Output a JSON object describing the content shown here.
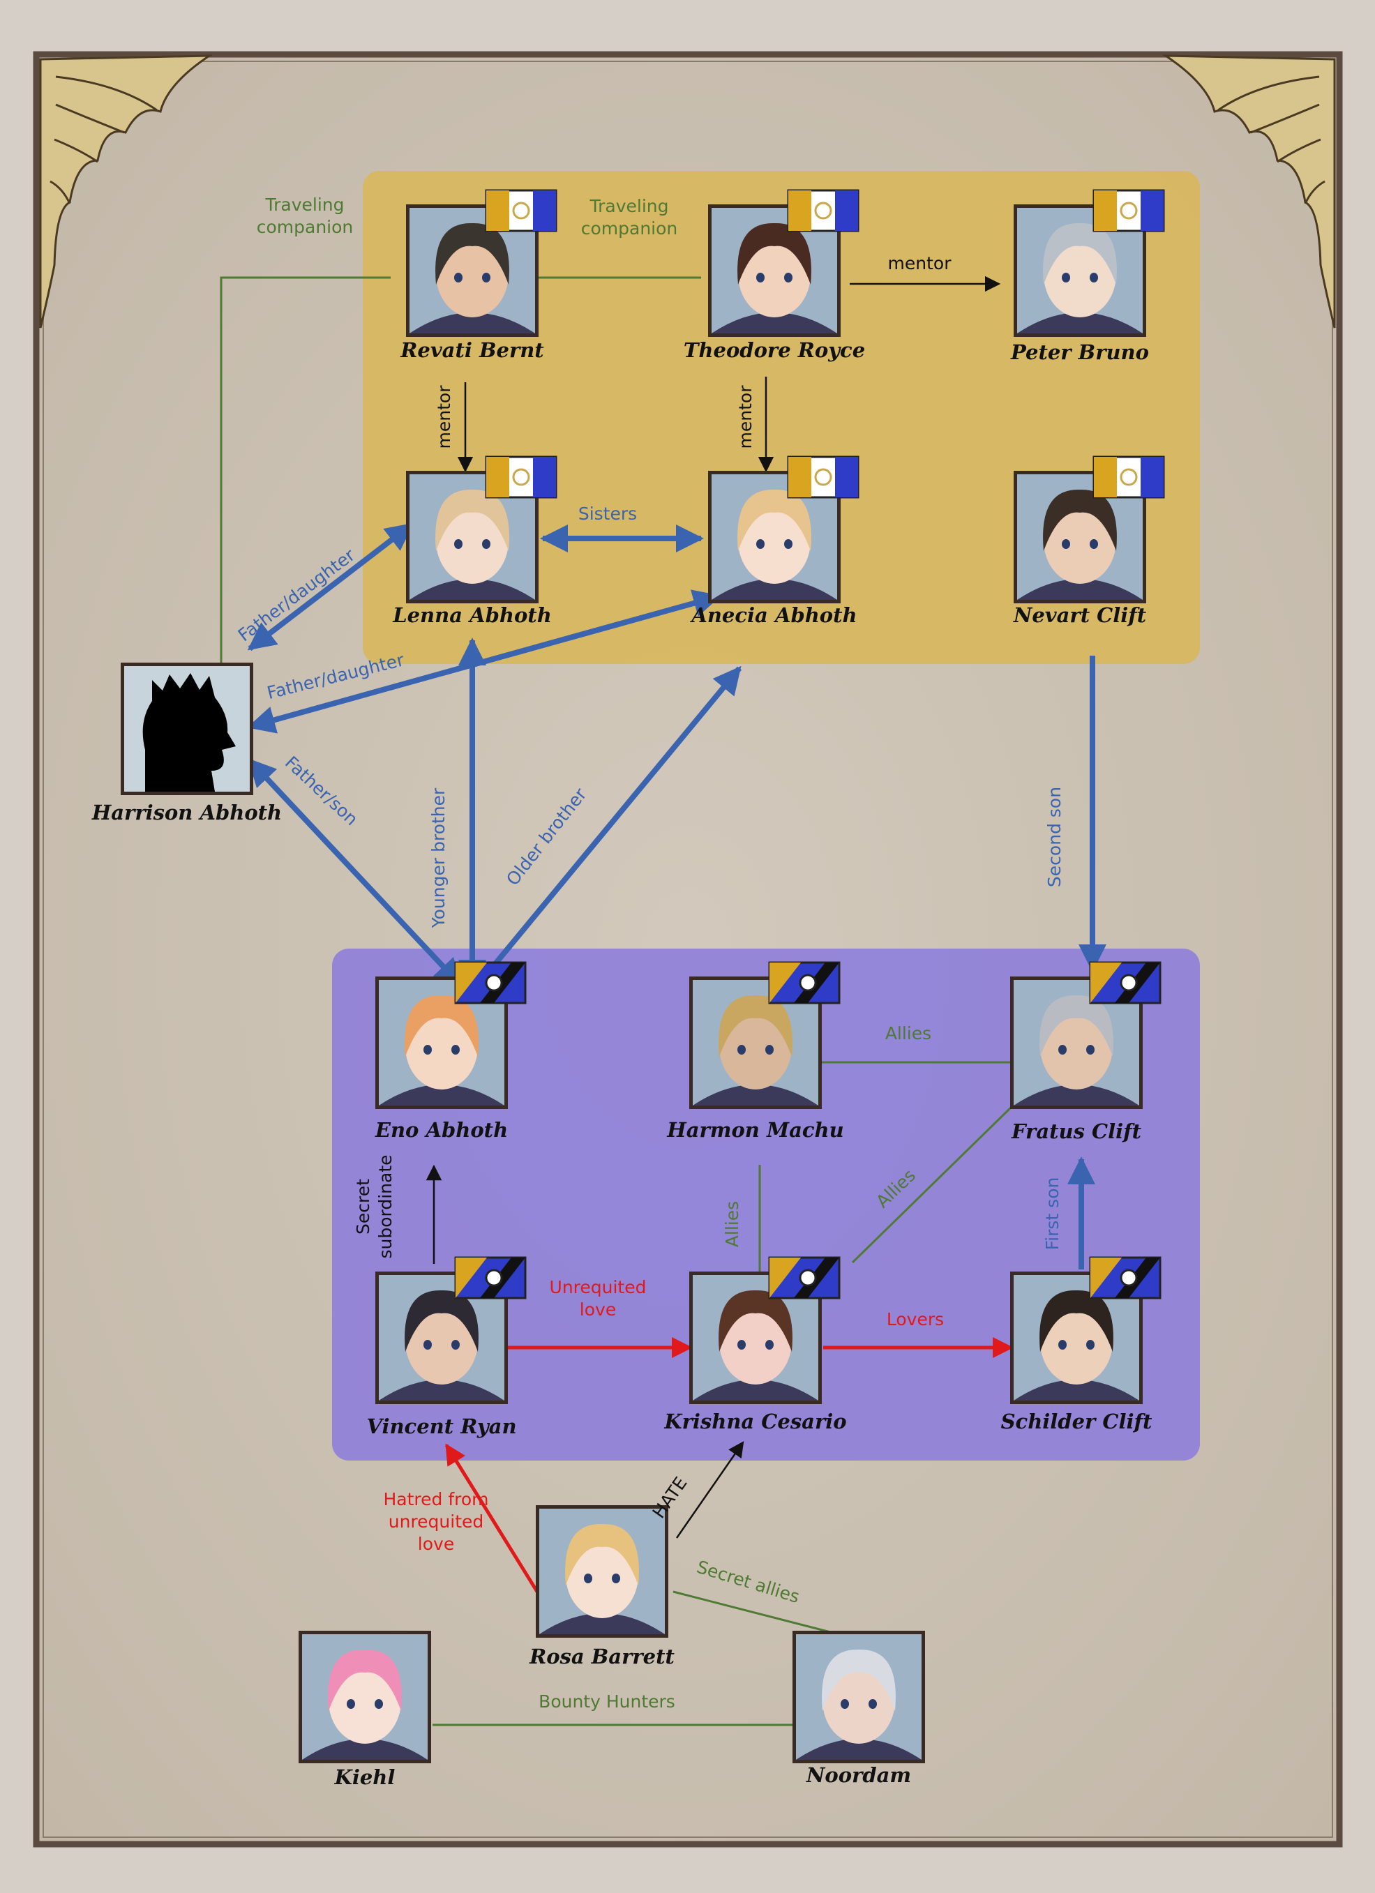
{
  "colors": {
    "page_bg": "#d6cfc7",
    "parchment": "#cdc3b5",
    "frame": "#5b4a40",
    "group_gold": "#d8b75c",
    "group_purple": "#8f80da",
    "rel_green": "#4f7a33",
    "rel_blue": "#3a64b0",
    "rel_black": "#111111",
    "rel_red": "#e01a1a"
  },
  "characters": [
    {
      "id": "revati",
      "name": "Revati Bernt",
      "emblem": "gold-flag",
      "hair": "#3b3530",
      "skin": "#e8c2a4"
    },
    {
      "id": "theodore",
      "name": "Theodore Royce",
      "emblem": "gold-flag",
      "hair": "#4a2b22",
      "skin": "#f0d2bd"
    },
    {
      "id": "peter",
      "name": "Peter Bruno",
      "emblem": "gold-flag",
      "hair": "#b9c0c8",
      "skin": "#f1dccb"
    },
    {
      "id": "lenna",
      "name": "Lenna Abhoth",
      "emblem": "gold-flag",
      "hair": "#e2c49a",
      "skin": "#f3dccb"
    },
    {
      "id": "anecia",
      "name": "Anecia Abhoth",
      "emblem": "gold-flag",
      "hair": "#e7c48e",
      "skin": "#f6dfcf"
    },
    {
      "id": "nevart",
      "name": "Nevart Clift",
      "emblem": "gold-flag",
      "hair": "#3a2e26",
      "skin": "#ebcdb6"
    },
    {
      "id": "harrison",
      "name": "Harrison Abhoth",
      "emblem": "none",
      "hair": "#000000",
      "skin": "#000000"
    },
    {
      "id": "eno",
      "name": "Eno Abhoth",
      "emblem": "blue-flag",
      "hair": "#e9a062",
      "skin": "#f5d8c3"
    },
    {
      "id": "harmon",
      "name": "Harmon Machu",
      "emblem": "blue-flag",
      "hair": "#c9a760",
      "skin": "#d9b79a"
    },
    {
      "id": "fratus",
      "name": "Fratus Clift",
      "emblem": "blue-flag",
      "hair": "#b8bcc2",
      "skin": "#e2c4ad"
    },
    {
      "id": "vincent",
      "name": "Vincent Ryan",
      "emblem": "blue-flag",
      "hair": "#2d2a33",
      "skin": "#e8c7b0"
    },
    {
      "id": "krishna",
      "name": "Krishna Cesario",
      "emblem": "blue-flag",
      "hair": "#5a3424",
      "skin": "#f2d0c8"
    },
    {
      "id": "schilder",
      "name": "Schilder Clift",
      "emblem": "blue-flag",
      "hair": "#2d241f",
      "skin": "#edd0ba"
    },
    {
      "id": "rosa",
      "name": "Rosa Barrett",
      "emblem": "none",
      "hair": "#e6c27e",
      "skin": "#f6e0d2"
    },
    {
      "id": "kiehl",
      "name": "Kiehl",
      "emblem": "none",
      "hair": "#ef8fb8",
      "skin": "#f7e1d6"
    },
    {
      "id": "noordam",
      "name": "Noordam",
      "emblem": "none",
      "hair": "#d9dbe3",
      "skin": "#ecd5c8"
    }
  ],
  "relations": [
    {
      "id": "rel-traveling-1",
      "lines": [
        "Traveling",
        "companion"
      ],
      "color": "green"
    },
    {
      "id": "rel-traveling-2",
      "lines": [
        "Traveling",
        "companion"
      ],
      "color": "green"
    },
    {
      "id": "rel-mentor-peter",
      "lines": [
        "mentor"
      ],
      "color": "black"
    },
    {
      "id": "rel-mentor-lenna",
      "lines": [
        "mentor"
      ],
      "color": "black"
    },
    {
      "id": "rel-mentor-anecia",
      "lines": [
        "mentor"
      ],
      "color": "black"
    },
    {
      "id": "rel-sisters",
      "lines": [
        "Sisters"
      ],
      "color": "blue"
    },
    {
      "id": "rel-father-daughter-1",
      "lines": [
        "Father/daughter"
      ],
      "color": "blue"
    },
    {
      "id": "rel-father-daughter-2",
      "lines": [
        "Father/daughter"
      ],
      "color": "blue"
    },
    {
      "id": "rel-father-son",
      "lines": [
        "Father/son"
      ],
      "color": "blue"
    },
    {
      "id": "rel-younger-brother",
      "lines": [
        "Younger brother"
      ],
      "color": "blue"
    },
    {
      "id": "rel-older-brother",
      "lines": [
        "Older brother"
      ],
      "color": "blue"
    },
    {
      "id": "rel-second-son",
      "lines": [
        "Second son"
      ],
      "color": "blue"
    },
    {
      "id": "rel-allies-1",
      "lines": [
        "Allies"
      ],
      "color": "green"
    },
    {
      "id": "rel-allies-2",
      "lines": [
        "Allies"
      ],
      "color": "green"
    },
    {
      "id": "rel-allies-3",
      "lines": [
        "Allies"
      ],
      "color": "green"
    },
    {
      "id": "rel-first-son",
      "lines": [
        "First son"
      ],
      "color": "blue"
    },
    {
      "id": "rel-secret-subordinate",
      "lines": [
        "Secret",
        "subordinate"
      ],
      "color": "black"
    },
    {
      "id": "rel-unrequited-love",
      "lines": [
        "Unrequited",
        "love"
      ],
      "color": "red"
    },
    {
      "id": "rel-lovers",
      "lines": [
        "Lovers"
      ],
      "color": "red"
    },
    {
      "id": "rel-hatred",
      "lines": [
        "Hatred from",
        "unrequited",
        "love"
      ],
      "color": "red"
    },
    {
      "id": "rel-hate",
      "lines": [
        "HATE"
      ],
      "color": "black"
    },
    {
      "id": "rel-secret-allies",
      "lines": [
        "Secret allies"
      ],
      "color": "green"
    },
    {
      "id": "rel-bounty-hunters",
      "lines": [
        "Bounty Hunters"
      ],
      "color": "green"
    }
  ]
}
